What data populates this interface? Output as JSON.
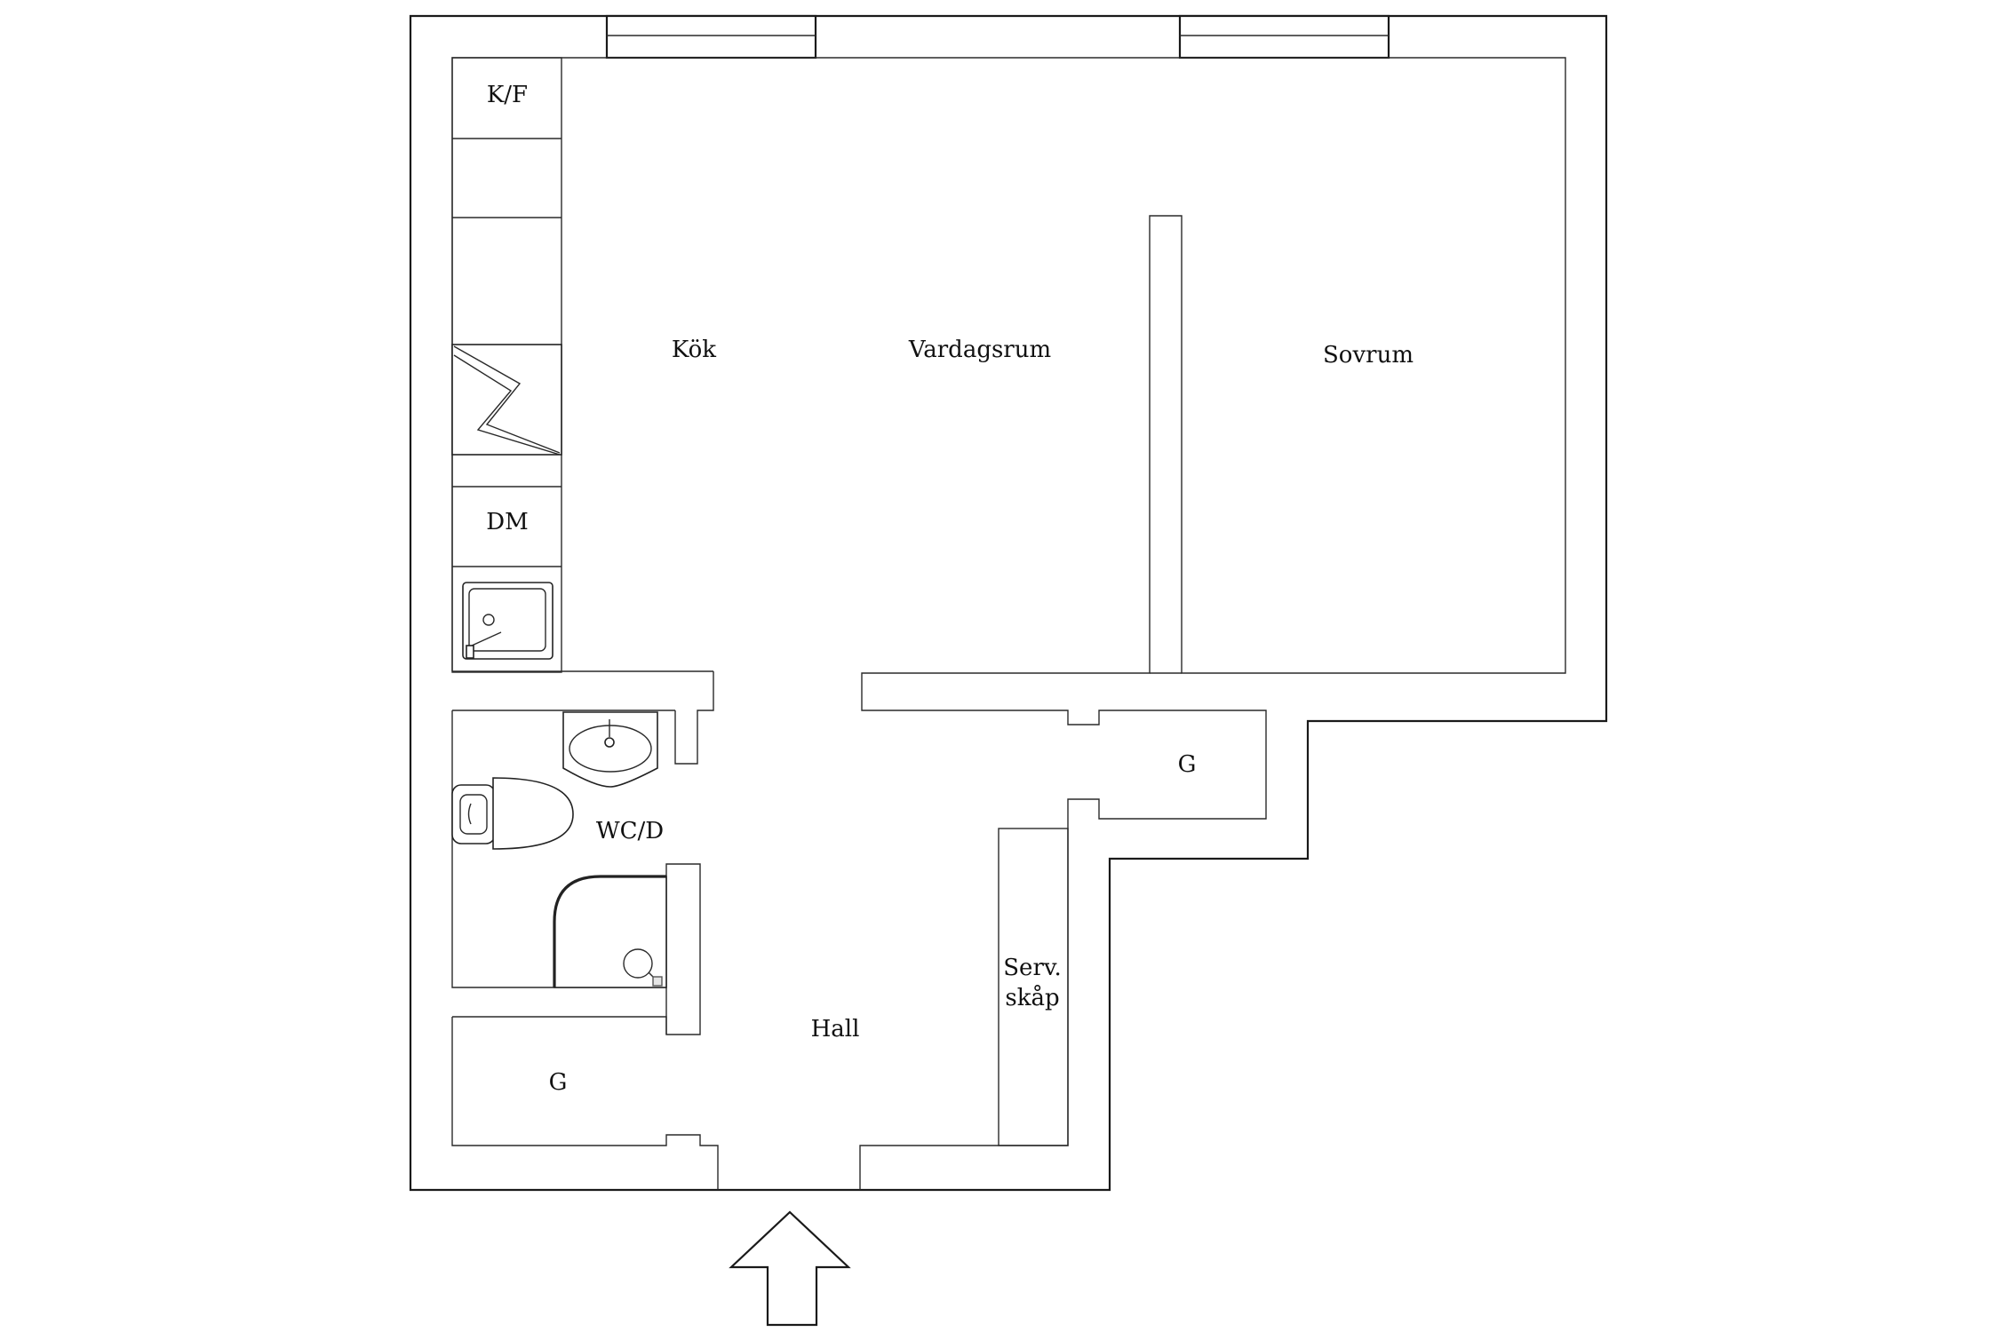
{
  "rooms": {
    "kitchen": "Kök",
    "living": "Vardagsrum",
    "bedroom": "Sovrum",
    "hall": "Hall",
    "wc": "WC/D",
    "closet_left": "G",
    "closet_right": "G",
    "service_line1": "Serv.",
    "service_line2": "skåp",
    "fridge": "K/F",
    "dishwasher": "DM"
  },
  "icons": {
    "entrance": "entrance-arrow-icon",
    "stove": "stove-icon",
    "sink": "kitchen-sink-icon",
    "washbasin": "washbasin-icon",
    "toilet": "toilet-icon",
    "shower": "shower-icon"
  },
  "colors": {
    "line": "#1a1a1a",
    "background": "#ffffff"
  }
}
